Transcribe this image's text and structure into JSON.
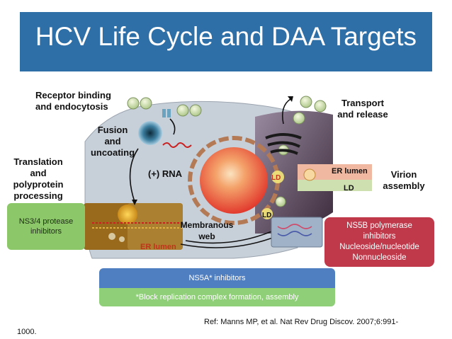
{
  "title": "HCV Life Cycle and DAA Targets",
  "labels": {
    "receptor": [
      "Receptor binding",
      "and endocytosis"
    ],
    "fusion": [
      "Fusion",
      "and",
      "uncoating"
    ],
    "translation": [
      "Translation",
      "and",
      "polyprotein",
      "processing"
    ],
    "transport": [
      "Transport",
      "and release"
    ],
    "virion": [
      "Virion",
      "assembly"
    ],
    "rna": "(+) RNA",
    "membranous": [
      "Membranous",
      "web"
    ],
    "er_lumen_top": "ER lumen",
    "er_lumen_bottom": "ER lumen",
    "ld_top": "LD",
    "ld_right": "LD",
    "ld_mid": "LD"
  },
  "targets": {
    "ns34": [
      "NS3/4 protease",
      "inhibitors"
    ],
    "ns5b": [
      "NS5B polymerase",
      "inhibitors",
      "Nucleoside/nucleotide",
      "Nonnucleoside"
    ],
    "ns5a": "NS5A* inhibitors",
    "ns5a_note": "*Block replication complex formation, assembly"
  },
  "reference": {
    "line1": "Ref: Manns MP, et al. Nat Rev Drug Discov. 2007;6:991-",
    "line2": "1000."
  },
  "colors": {
    "title_bar": "#2f6fa7",
    "cell": "#c7cfd9",
    "nucleus": "#e8453b",
    "ns34_box": "#8cc86a",
    "ns5b_box": "#c0394b",
    "ns5a_box": "#4f7fc1",
    "note_box": "#8fcf78"
  }
}
